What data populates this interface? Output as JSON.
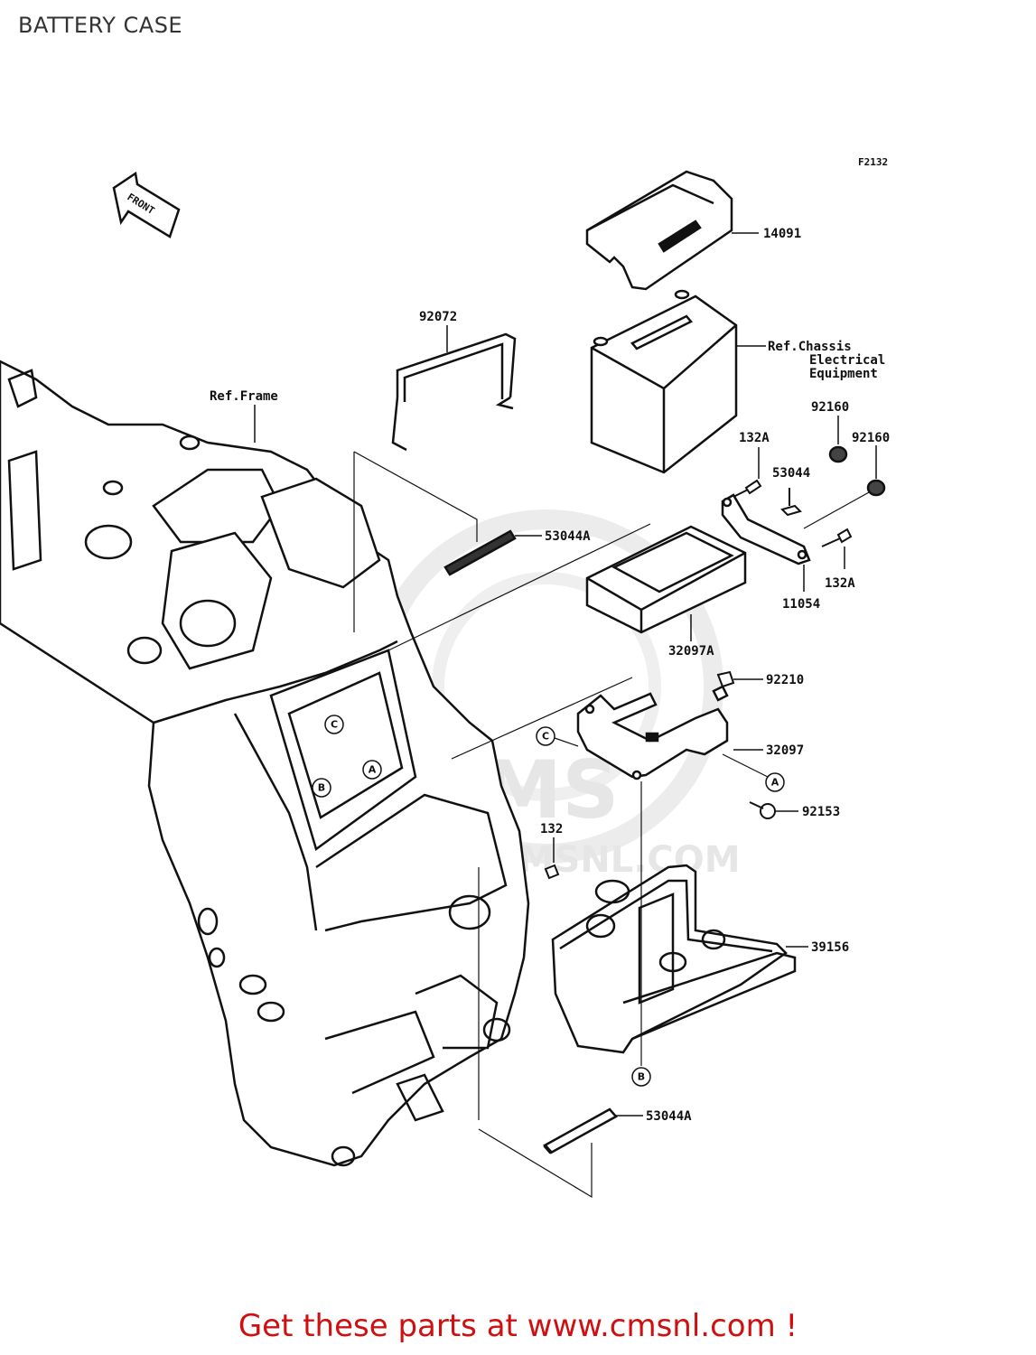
{
  "page": {
    "title": "BATTERY CASE"
  },
  "figure_code": "F2132",
  "front_arrow": {
    "label": "FRONT",
    "icon": "front-arrow-icon"
  },
  "watermark": {
    "brand": "CMS",
    "url": "WWW.CMSNL.COM"
  },
  "callouts": {
    "p14091": "14091",
    "p92072": "92072",
    "ref_chassis_1": "Ref.Chassis",
    "ref_chassis_2": "Electrical",
    "ref_chassis_3": "Equipment",
    "ref_frame": "Ref.Frame",
    "p92160a": "92160",
    "p92160b": "92160",
    "p132a_top": "132A",
    "p53044": "53044",
    "p53044a_top": "53044A",
    "p132a_right": "132A",
    "p11054": "11054",
    "p32097a": "32097A",
    "p92210": "92210",
    "p32097": "32097",
    "p92153": "92153",
    "p132": "132",
    "p39156": "39156",
    "p53044a_bottom": "53044A"
  },
  "reference_marks": {
    "a1": "A",
    "a2": "A",
    "b1": "B",
    "b2": "B",
    "c1": "C",
    "c2": "C"
  },
  "footer": {
    "text": "Get these parts at www.cmsnl.com !"
  },
  "colors": {
    "footer": "#d01010",
    "ink": "#111111",
    "watermark": "#e6e6e6"
  }
}
